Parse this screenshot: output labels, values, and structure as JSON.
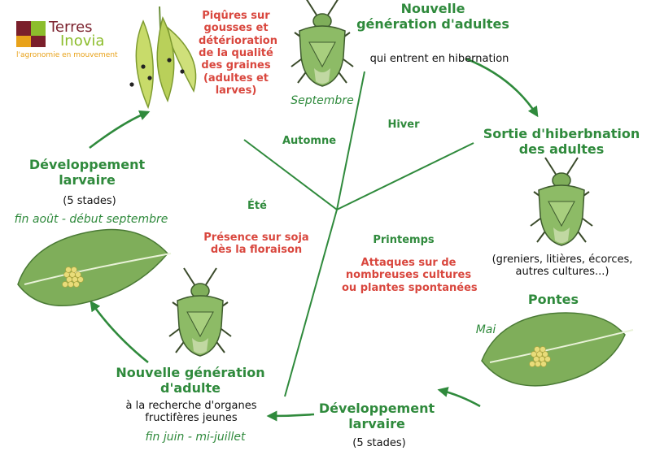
{
  "logo": {
    "line1": "Terres",
    "line2": "Inovia",
    "tagline": "l'agronomie en mouvement"
  },
  "colors": {
    "green": "#2f8a3c",
    "red": "#d9473e",
    "logo_maroon": "#7a1f2b",
    "logo_green": "#8cbd2c",
    "logo_orange": "#e8a21a"
  },
  "center_labels": {
    "automne": "Automne",
    "hiver": "Hiver",
    "ete": "Été",
    "printemps": "Printemps"
  },
  "stages": {
    "top_damage": [
      "Piqûres sur",
      "gousses et",
      "détérioration",
      "de la qualité",
      "des graines",
      "(adultes et",
      "larves)"
    ],
    "new_gen_top": {
      "title": [
        "Nouvelle",
        "génération d'adultes"
      ],
      "note": "qui entrent en hibernation",
      "month": "Septembre"
    },
    "sortie": {
      "title": [
        "Sortie d'hiberbnation",
        "des adultes"
      ],
      "note": [
        "(greniers, litières, écorces,",
        "autres cultures...)"
      ]
    },
    "spring_attack": [
      "Attaques sur de",
      "nombreuses cultures",
      "ou plantes spontanées"
    ],
    "pontes": {
      "title": "Pontes",
      "month": "Mai"
    },
    "dev_bottom": {
      "title": [
        "Développement",
        "larvaire"
      ],
      "note": "(5 stades)"
    },
    "new_gen_bottom": {
      "title": [
        "Nouvelle génération",
        "d'adulte"
      ],
      "note": [
        "à la recherche d'organes",
        "fructifères jeunes"
      ],
      "month": "fin juin - mi-juillet"
    },
    "summer_presence": [
      "Présence sur soja",
      "dès la floraison"
    ],
    "dev_left": {
      "title": [
        "Développement",
        "larvaire"
      ],
      "note": "(5 stades)",
      "month": "fin août - début septembre"
    }
  },
  "icons": [
    "bug-icon",
    "leaf-icon",
    "egg-cluster-icon",
    "soybean-pod-icon",
    "cycle-arrow-icon"
  ]
}
